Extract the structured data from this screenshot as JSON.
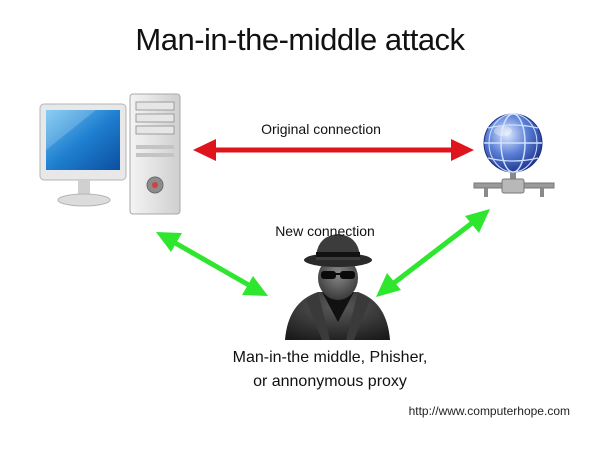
{
  "title": "Man-in-the-middle attack",
  "connections": {
    "original": {
      "label": "Original connection",
      "color": "#e0141c"
    },
    "new": {
      "label": "New connection",
      "color": "#2ee62e"
    }
  },
  "attacker": {
    "line1": "Man-in-the middle, Phisher,",
    "line2": "or annonymous proxy"
  },
  "source": "http://www.computerhope.com",
  "icons": [
    "computer-icon",
    "globe-network-icon",
    "hacker-icon"
  ]
}
